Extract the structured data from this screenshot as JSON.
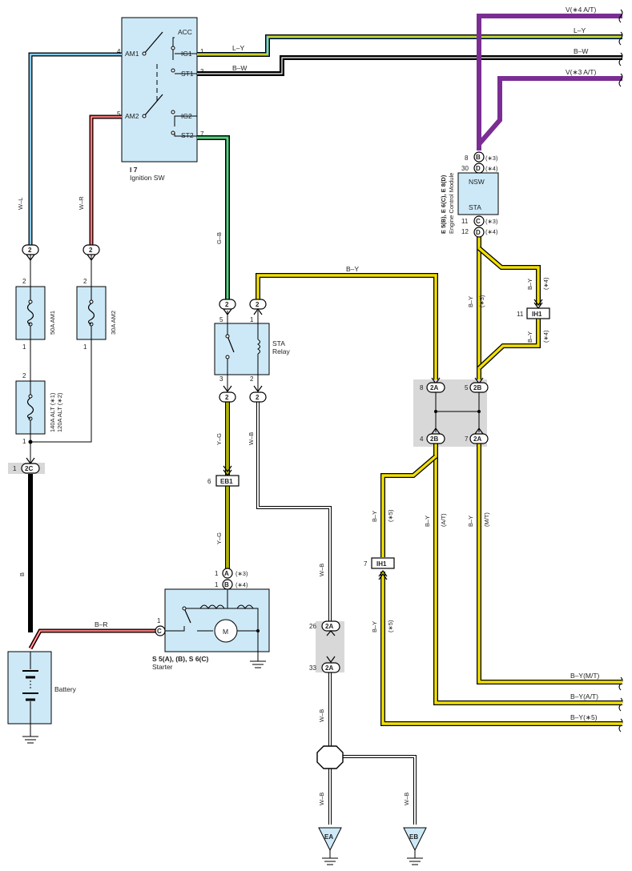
{
  "ignition_sw": {
    "label": "Ignition SW",
    "code": "I 7",
    "t_acc": "ACC",
    "t_ig1": "IG1",
    "t_st1": "ST1",
    "t_ig2": "IG2",
    "t_st2": "ST2",
    "t_am1": "AM1",
    "t_am2": "AM2",
    "p4": "4",
    "p1": "1",
    "p3": "3",
    "p5": "5",
    "p7": "7"
  },
  "wires": {
    "wl": "W–L",
    "wr": "W–R",
    "ly": "L–Y",
    "bw": "B–W",
    "gb": "G–B",
    "yg": "Y–G",
    "wb": "W–B",
    "b": "B",
    "br": "B–R",
    "by": "B–Y",
    "v4": "V(∗4 A/T)",
    "ly_right": "L–Y",
    "bw_right": "B–W",
    "v3": "V(∗3 A/T)",
    "by_mt": "B–Y(M/T)",
    "by_at": "B–Y(A/T)",
    "by_5": "B–Y(∗5)",
    "note3": "(∗3)",
    "note4": "(∗4)",
    "note5": "(∗5)",
    "note_at": "(A/T)",
    "note_mt": "(M/T)"
  },
  "fuses": {
    "am1": "50A AM1",
    "am2": "30A AM2",
    "alt1": "140A ALT (∗1)",
    "alt2": "120A ALT (∗2)"
  },
  "connectors": {
    "c2": "2",
    "c2c": "2C",
    "c2a": "2A",
    "c2b": "2B",
    "eb1": "EB1",
    "ih1": "IH1",
    "ca": "A",
    "cb": "B",
    "cc": "C",
    "cd": "D",
    "ea": "EA",
    "eb": "EB"
  },
  "pins": {
    "one": "1",
    "two": "2",
    "three": "3",
    "four": "4",
    "five": "5",
    "six": "6",
    "seven": "7",
    "eight": "8",
    "eleven": "11",
    "twelve": "12",
    "twenty_six": "26",
    "thirty": "30",
    "thirty_three": "33"
  },
  "sta_relay": {
    "line1": "STA",
    "line2": "Relay"
  },
  "ecm": {
    "codes": "E 5(B), E 6(C), E 8(D)",
    "label": "Engine Control Module",
    "nsw": "NSW",
    "sta": "STA"
  },
  "starter": {
    "codes": "S 5(A), (B), S 6(C)",
    "label": "Starter",
    "motor": "M"
  },
  "battery": {
    "label": "Battery"
  },
  "colors": {
    "blue": "#3ba8dd",
    "red": "#e02626",
    "green": "#1e9b4a",
    "yellow": "#f2e000",
    "purple": "#7a2e93",
    "box": "#cde9f7",
    "junction": "#d8d8d8"
  }
}
